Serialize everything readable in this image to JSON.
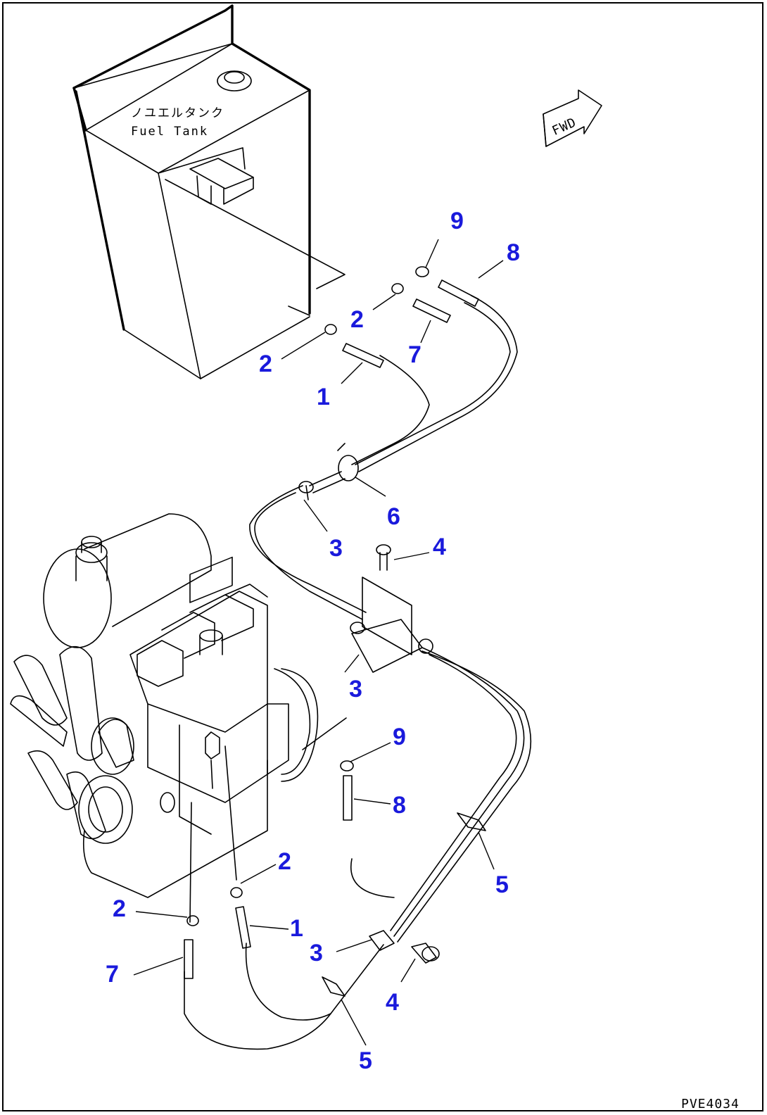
{
  "drawing": {
    "tank_label_jp": "ノユエルタンク",
    "tank_label_en": "Fuel Tank",
    "fwd_mark": "FWD",
    "drawing_code": "PVE4034"
  },
  "callouts": [
    {
      "id": "c9a",
      "label": "9"
    },
    {
      "id": "c8a",
      "label": "8"
    },
    {
      "id": "c2a",
      "label": "2"
    },
    {
      "id": "c7a",
      "label": "7"
    },
    {
      "id": "c2b",
      "label": "2"
    },
    {
      "id": "c1a",
      "label": "1"
    },
    {
      "id": "c6a",
      "label": "6"
    },
    {
      "id": "c3a",
      "label": "3"
    },
    {
      "id": "c4a",
      "label": "4"
    },
    {
      "id": "c3b",
      "label": "3"
    },
    {
      "id": "c9b",
      "label": "9"
    },
    {
      "id": "c8b",
      "label": "8"
    },
    {
      "id": "c2c",
      "label": "2"
    },
    {
      "id": "c5a",
      "label": "5"
    },
    {
      "id": "c2d",
      "label": "2"
    },
    {
      "id": "c1b",
      "label": "1"
    },
    {
      "id": "c3c",
      "label": "3"
    },
    {
      "id": "c7b",
      "label": "7"
    },
    {
      "id": "c4b",
      "label": "4"
    },
    {
      "id": "c5b",
      "label": "5"
    }
  ]
}
